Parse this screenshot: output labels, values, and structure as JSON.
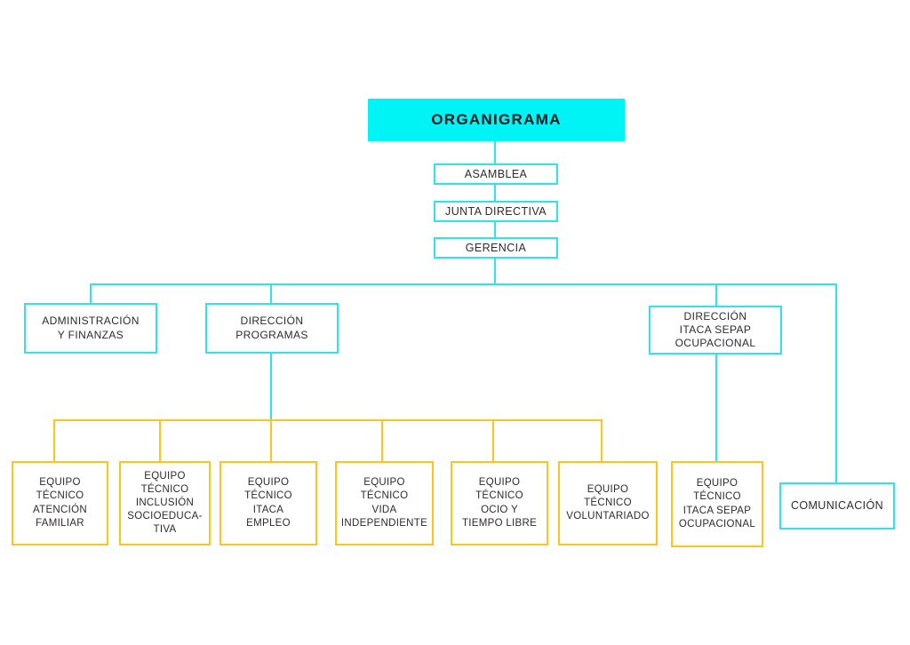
{
  "colors": {
    "cyan": "#2ee3e9",
    "cyan_fill": "#00f3f5",
    "yellow": "#ffc31d",
    "text": "#2f2b2c",
    "background": "#ffffff"
  },
  "chart": {
    "title": "ORGANIGRAMA",
    "nodes": {
      "asamblea": {
        "label": "ASAMBLEA"
      },
      "junta_directiva": {
        "label": "JUNTA DIRECTIVA"
      },
      "gerencia": {
        "label": "GERENCIA"
      },
      "administracion_finanzas": {
        "label": "ADMINISTRACIÓN\nY FINANZAS"
      },
      "direccion_programas": {
        "label": "DIRECCIÓN\nPROGRAMAS"
      },
      "direccion_itaca_sepap": {
        "label": "DIRECCIÓN\nITACA SEPAP\nOCUPACIONAL"
      },
      "equipo_atencion_familiar": {
        "label": "EQUIPO\nTÉCNICO\nATENCIÓN\nFAMILIAR"
      },
      "equipo_inclusion_socioeducativa": {
        "label": "EQUIPO\nTÉCNICO\nINCLUSIÓN\nSOCIOEDUCA-\nTIVA"
      },
      "equipo_itaca_empleo": {
        "label": "EQUIPO\nTÉCNICO\nITACA\nEMPLEO"
      },
      "equipo_vida_independiente": {
        "label": "EQUIPO\nTÉCNICO\nVIDA\nINDEPENDIENTE"
      },
      "equipo_ocio_tiempo_libre": {
        "label": "EQUIPO\nTÉCNICO\nOCIO Y\nTIEMPO LIBRE"
      },
      "equipo_voluntariado": {
        "label": "EQUIPO\nTÉCNICO\nVOLUNTARIADO"
      },
      "equipo_itaca_sepap_ocupacional": {
        "label": "EQUIPO\nTÉCNICO\nITACA SEPAP\nOCUPACIONAL"
      },
      "comunicacion": {
        "label": "COMUNICACIÓN"
      }
    }
  }
}
